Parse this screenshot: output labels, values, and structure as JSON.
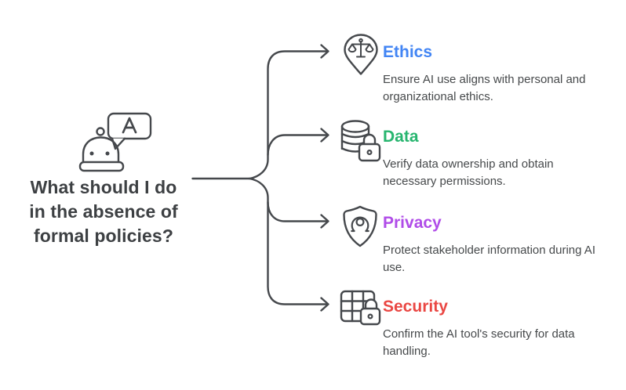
{
  "center": {
    "icon": "robot-chat-icon",
    "question_lines": [
      "What should I do",
      "in the absence of",
      "formal policies?"
    ]
  },
  "branches": [
    {
      "id": "ethics",
      "icon": "scales-pin-icon",
      "title": "Ethics",
      "color": "#4285f4",
      "lines": [
        "Ensure AI use aligns with personal and",
        "organizational ethics."
      ]
    },
    {
      "id": "data",
      "icon": "database-lock-icon",
      "title": "Data",
      "color": "#27b56f",
      "lines": [
        "Verify data ownership and obtain",
        "necessary permissions."
      ]
    },
    {
      "id": "privacy",
      "icon": "shield-person-icon",
      "title": "Privacy",
      "color": "#b04ce8",
      "lines": [
        "Protect stakeholder information during AI",
        "use."
      ]
    },
    {
      "id": "security",
      "icon": "table-lock-icon",
      "title": "Security",
      "color": "#ea4743",
      "lines": [
        "Confirm the AI tool's security for data",
        "handling."
      ]
    }
  ],
  "colors": {
    "background": "#ffffff",
    "line_stroke": "#45484c",
    "question_text": "#3d4043",
    "body_text": "#46494b"
  }
}
